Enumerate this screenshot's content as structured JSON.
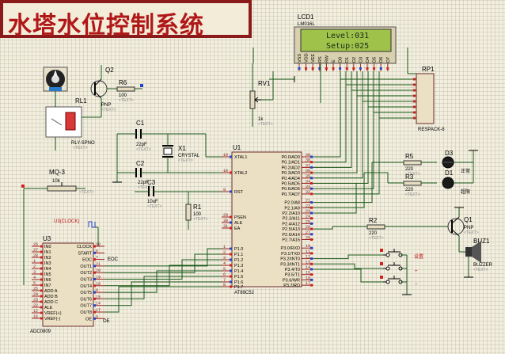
{
  "title": "水塔水位控制系统",
  "lcd": {
    "ref": "LCD1",
    "part": "LM016L",
    "line1": "Level:031",
    "line2": "Setup:025",
    "pins": [
      "VSS",
      "VDD",
      "VEE",
      "RS",
      "RW",
      "E",
      "D0",
      "D1",
      "D2",
      "D3",
      "D4",
      "D5",
      "D6",
      "D7"
    ]
  },
  "rp1": {
    "ref": "RP1",
    "part": "RESPACK-8"
  },
  "q2": {
    "ref": "Q2",
    "part": "PNP",
    "text": "<TEXT>"
  },
  "r6": {
    "ref": "R6",
    "value": "100",
    "text": "<TEXT>"
  },
  "rl1": {
    "ref": "RL1",
    "part": "RLY-SPNO",
    "text": "<TEXT>"
  },
  "rv1": {
    "ref": "RV1",
    "value": "1k",
    "text": "<TEXT>"
  },
  "c1": {
    "ref": "C1",
    "value": "22pF",
    "text": "<TEXT>"
  },
  "c2": {
    "ref": "C2",
    "value": "22pF",
    "text": "<TEXT>"
  },
  "c3": {
    "ref": "C3",
    "value": "10uF",
    "text": "<TEXT>"
  },
  "x1": {
    "ref": "X1",
    "part": "CRYSTAL",
    "text": "<TEXT>"
  },
  "r1": {
    "ref": "R1",
    "value": "100",
    "text": "<TEXT>"
  },
  "mq3": {
    "ref": "MQ-3",
    "value": "10k",
    "text": "<TEXT>"
  },
  "clock": {
    "label": "U3(CLOCK)"
  },
  "u1": {
    "ref": "U1",
    "part": "AT89C52",
    "left_pins": [
      {
        "n": "19",
        "name": "XTAL1"
      },
      {
        "n": "18",
        "name": "XTAL2"
      },
      {
        "n": "9",
        "name": "RST"
      },
      {
        "n": "29",
        "name": "PSEN"
      },
      {
        "n": "30",
        "name": "ALE"
      },
      {
        "n": "31",
        "name": "EA"
      },
      {
        "n": "1",
        "name": "P1.0"
      },
      {
        "n": "2",
        "name": "P1.1"
      },
      {
        "n": "3",
        "name": "P1.2"
      },
      {
        "n": "4",
        "name": "P1.3"
      },
      {
        "n": "5",
        "name": "P1.4"
      },
      {
        "n": "6",
        "name": "P1.5"
      },
      {
        "n": "7",
        "name": "P1.6"
      },
      {
        "n": "8",
        "name": "P1.7"
      }
    ],
    "right_pins": [
      {
        "n": "39",
        "name": "P0.0/AD0"
      },
      {
        "n": "38",
        "name": "P0.1/AD1"
      },
      {
        "n": "37",
        "name": "P0.2/AD2"
      },
      {
        "n": "36",
        "name": "P0.3/AD3"
      },
      {
        "n": "35",
        "name": "P0.4/AD4"
      },
      {
        "n": "34",
        "name": "P0.5/AD5"
      },
      {
        "n": "33",
        "name": "P0.6/AD6"
      },
      {
        "n": "32",
        "name": "P0.7/AD7"
      },
      {
        "n": "21",
        "name": "P2.0/A8"
      },
      {
        "n": "22",
        "name": "P2.1/A9"
      },
      {
        "n": "23",
        "name": "P2.2/A10"
      },
      {
        "n": "24",
        "name": "P2.3/A11"
      },
      {
        "n": "25",
        "name": "P2.4/A12"
      },
      {
        "n": "26",
        "name": "P2.5/A13"
      },
      {
        "n": "27",
        "name": "P2.6/A14"
      },
      {
        "n": "28",
        "name": "P2.7/A15"
      },
      {
        "n": "10",
        "name": "P3.0/RXD"
      },
      {
        "n": "11",
        "name": "P3.1/TXD"
      },
      {
        "n": "12",
        "name": "P3.2/INT0"
      },
      {
        "n": "13",
        "name": "P3.3/INT1"
      },
      {
        "n": "14",
        "name": "P3.4/T0"
      },
      {
        "n": "15",
        "name": "P3.5/T1"
      },
      {
        "n": "16",
        "name": "P3.6/WR"
      },
      {
        "n": "17",
        "name": "P3.7/RD"
      }
    ]
  },
  "u3": {
    "ref": "U3",
    "part": "ADC0809",
    "left_pins": [
      {
        "n": "26",
        "name": "IN0"
      },
      {
        "n": "27",
        "name": "IN1"
      },
      {
        "n": "28",
        "name": "IN2"
      },
      {
        "n": "1",
        "name": "IN3"
      },
      {
        "n": "2",
        "name": "IN4"
      },
      {
        "n": "3",
        "name": "IN5"
      },
      {
        "n": "4",
        "name": "IN6"
      },
      {
        "n": "5",
        "name": "IN7"
      },
      {
        "n": "25",
        "name": "ADD A"
      },
      {
        "n": "24",
        "name": "ADD B"
      },
      {
        "n": "23",
        "name": "ADD C"
      },
      {
        "n": "22",
        "name": "ALE"
      },
      {
        "n": "12",
        "name": "VREF(+)"
      },
      {
        "n": "16",
        "name": "VREF(-)"
      }
    ],
    "right_pins": [
      {
        "n": "10",
        "name": "CLOCK"
      },
      {
        "n": "6",
        "name": "START"
      },
      {
        "n": "7",
        "name": "EOC"
      },
      {
        "n": "21",
        "name": "OUT1"
      },
      {
        "n": "20",
        "name": "OUT2"
      },
      {
        "n": "19",
        "name": "OUT3"
      },
      {
        "n": "18",
        "name": "OUT4"
      },
      {
        "n": "8",
        "name": "OUT5"
      },
      {
        "n": "15",
        "name": "OUT6"
      },
      {
        "n": "14",
        "name": "OUT7"
      },
      {
        "n": "17",
        "name": "OUT8"
      },
      {
        "n": "9",
        "name": "OE"
      }
    ],
    "labels": {
      "eoc": "EOC",
      "oe": "OE"
    }
  },
  "r5": {
    "ref": "R5",
    "value": "220",
    "text": "<TEXT>"
  },
  "r3": {
    "ref": "R3",
    "value": "220",
    "text": "<TEXT>"
  },
  "d3": {
    "ref": "D3",
    "label": "正常"
  },
  "d1": {
    "ref": "D1",
    "label": "超限"
  },
  "r2": {
    "ref": "R2",
    "value": "220",
    "text": "<TEXT>"
  },
  "q1": {
    "ref": "Q1",
    "part": "PNP",
    "text": "<TEXT>"
  },
  "buz1": {
    "ref": "BUZ1",
    "part": "BUZZER",
    "text": "<TEXT>"
  },
  "buttons": {
    "set_label": "设置",
    "plus": "+",
    "minus": "−"
  },
  "net_labels": {
    "eoc": "EOC",
    "oe": "OE"
  }
}
